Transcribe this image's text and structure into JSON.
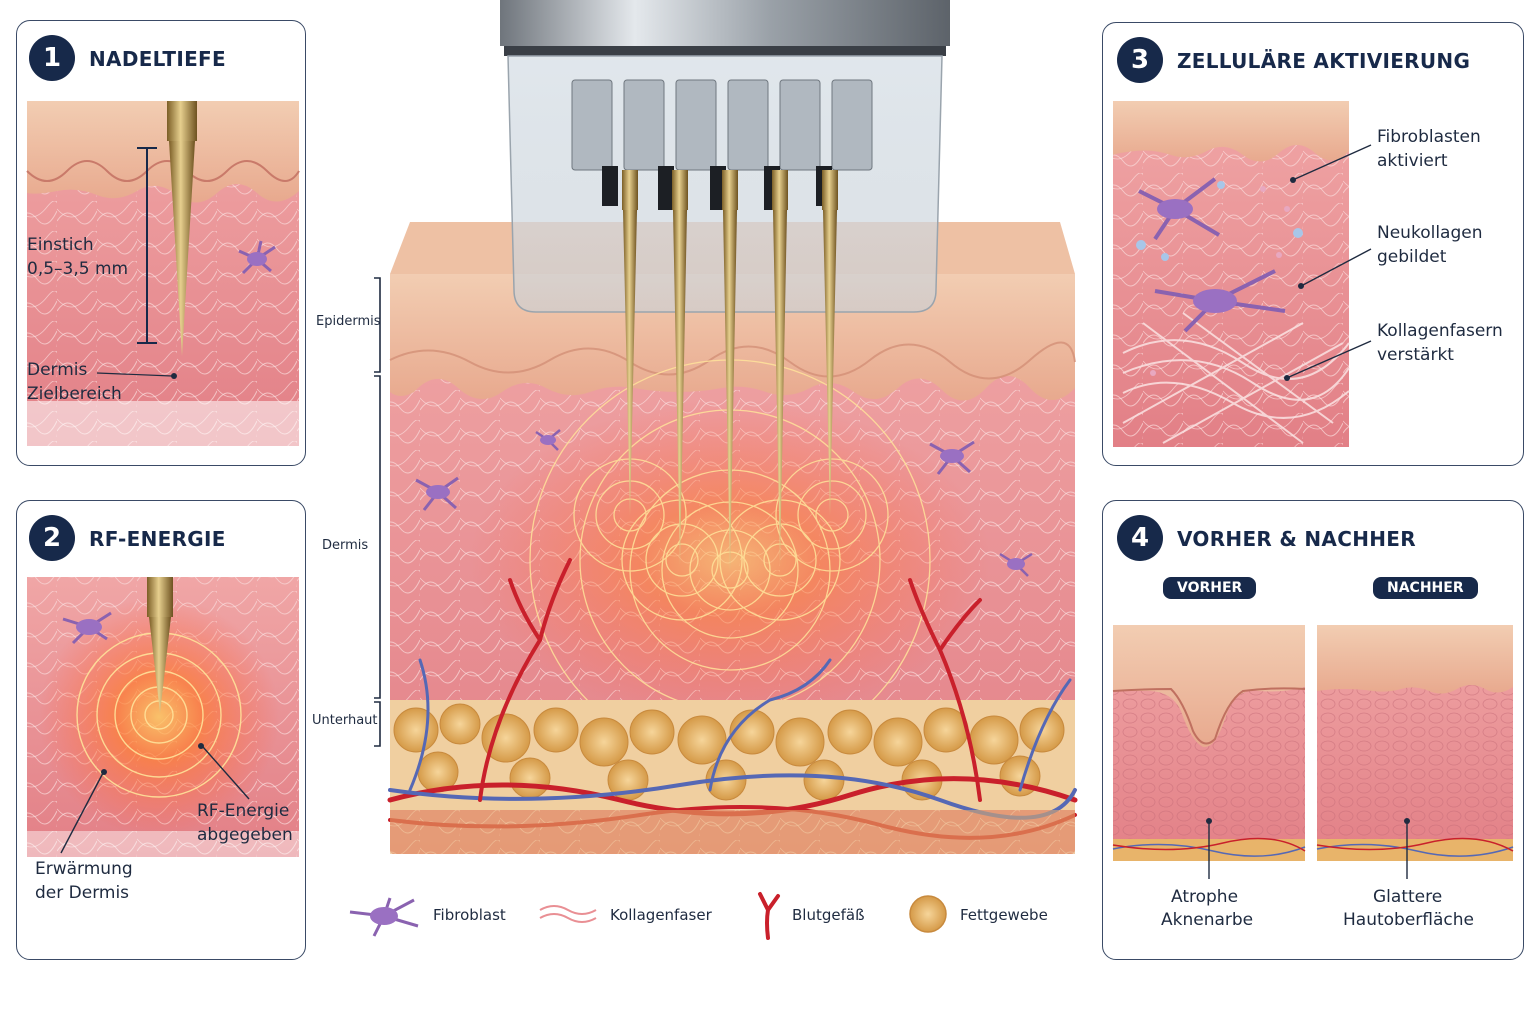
{
  "panel1": {
    "number": "1",
    "title": "NADELTIEFE",
    "depth_label": "Einstich",
    "depth_value": "0,5–3,5 mm",
    "target_line1": "Dermis",
    "target_line2": "Zielbereich"
  },
  "panel2": {
    "number": "2",
    "title": "RF-ENERGIE",
    "rf_line1": "RF-Energie",
    "rf_line2": "abgegeben",
    "heat_line1": "Erwärmung",
    "heat_line2": "der Dermis"
  },
  "panel3": {
    "number": "3",
    "title": "ZELLULÄRE AKTIVIERUNG",
    "labels": [
      [
        "Fibroblasten",
        "aktiviert"
      ],
      [
        "Neukollagen",
        "gebildet"
      ],
      [
        "Kollagenfasern",
        "verstärkt"
      ]
    ]
  },
  "panel4": {
    "number": "4",
    "title": "VORHER & NACHHER",
    "before": "VORHER",
    "after": "NACHHER",
    "before_caption": [
      "Atrophe",
      "Aknenarbe"
    ],
    "after_caption": [
      "Glattere",
      "Hautoberfläche"
    ]
  },
  "layers": {
    "epidermis": "Epidermis",
    "dermis": "Dermis",
    "subcutis": "Unterhaut"
  },
  "legend": {
    "fibroblast": "Fibroblast",
    "collagen": "Kollagenfaser",
    "vessel": "Blutgefäß",
    "fat": "Fettgewebe"
  },
  "colors": {
    "navy": "#17294a",
    "skin": "#e98f94",
    "epidermis": "#eec1a4",
    "fat": "#e9b86c",
    "vessel_red": "#c9202b",
    "vessel_blue": "#5568b5",
    "heat": "#ff7a2a",
    "needle": "#b8964c"
  }
}
